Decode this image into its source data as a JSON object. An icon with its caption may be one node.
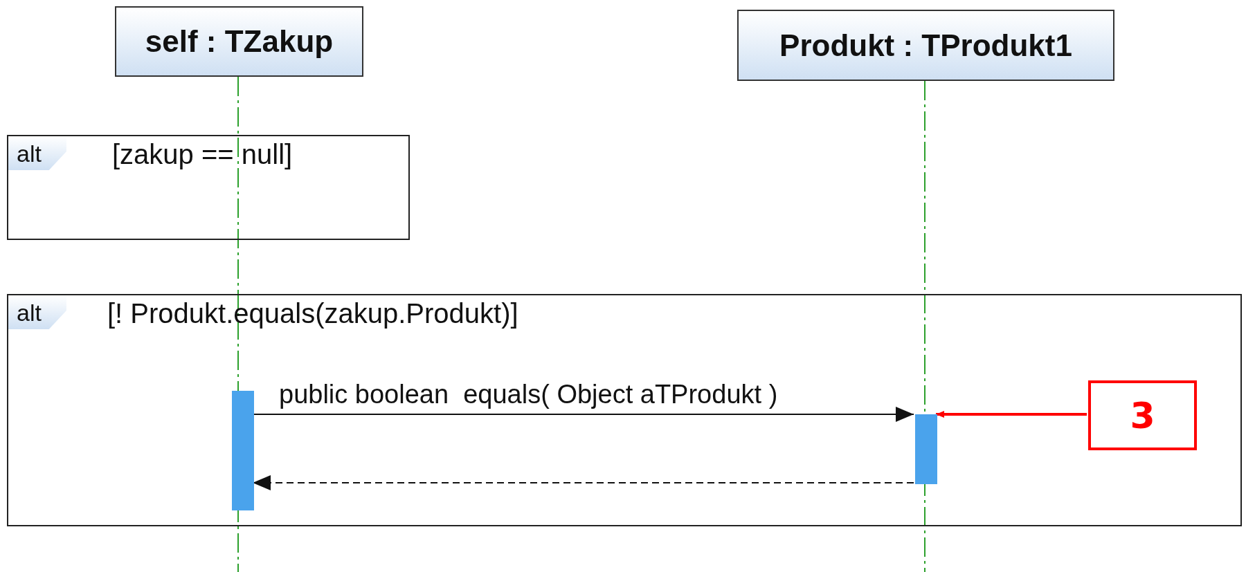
{
  "diagram": {
    "nodes": [
      {
        "text": [
          "self : TZakup"
        ]
      },
      {
        "text": [
          "Produkt : TProdukt1"
        ]
      },
      {
        "text": [
          "alt",
          "[zakup == null]"
        ]
      },
      {
        "text": [
          "alt",
          "[! Produkt.equals(zakup.Produkt)]"
        ]
      },
      {
        "text": [],
        "shape": "bar",
        "in": 3
      },
      {
        "text": [],
        "shape": "bar",
        "in": 3
      },
      {
        "text": [
          "3"
        ],
        "in": 3
      }
    ],
    "edges": [
      {
        "from": 4,
        "to": 5,
        "arrow": "to",
        "label": "public boolean  equals( Object aTProdukt )"
      },
      {
        "from": 5,
        "to": 4,
        "arrow": "to",
        "style": "dashed"
      },
      {
        "from": 6,
        "to": 5,
        "arrow": "to",
        "color": "#ff0000"
      }
    ]
  }
}
